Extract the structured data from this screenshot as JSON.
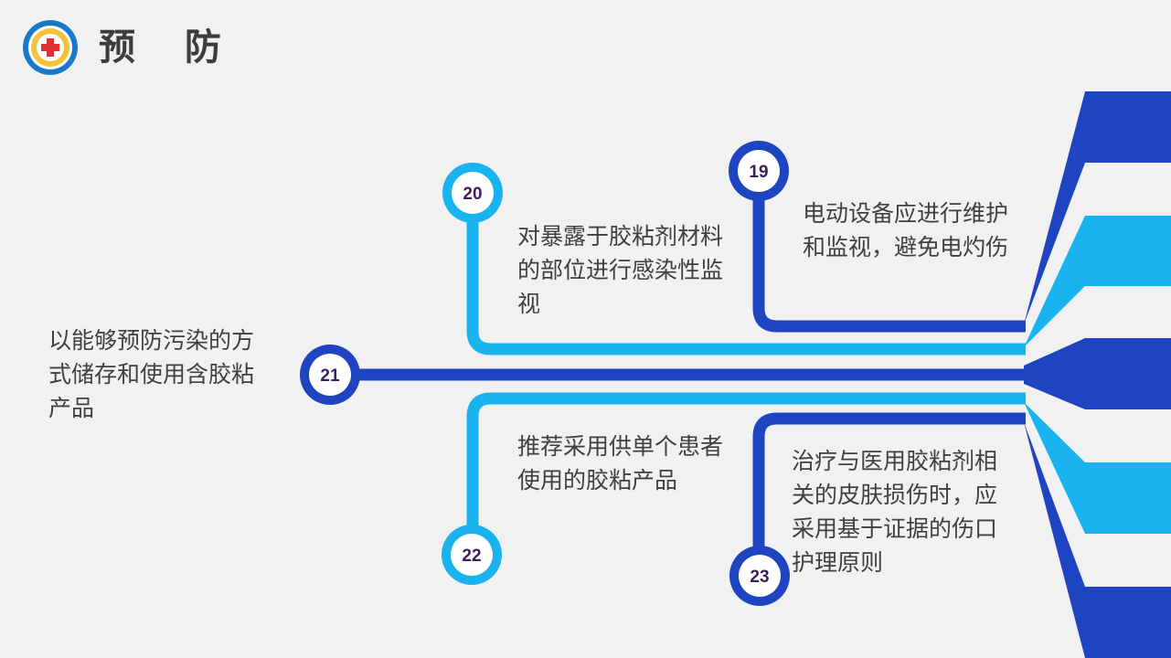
{
  "header": {
    "title": "预 防"
  },
  "colors": {
    "dark_blue": "#1f44c1",
    "light_blue": "#19b3ef",
    "text": "#404040",
    "number": "#3a1f5c"
  },
  "items": [
    {
      "number": "19",
      "text": "电动设备应进行维护和监视，避免电灼伤"
    },
    {
      "number": "20",
      "text": "对暴露于胶粘剂材料的部位进行感染性监视"
    },
    {
      "number": "21",
      "text": "以能够预防污染的方式储存和使用含胶粘产品"
    },
    {
      "number": "22",
      "text": "推荐采用供单个患者使用的胶粘产品"
    },
    {
      "number": "23",
      "text": "治疗与医用胶粘剂相关的皮肤损伤时，应采用基于证据的伤口护理原则"
    }
  ]
}
